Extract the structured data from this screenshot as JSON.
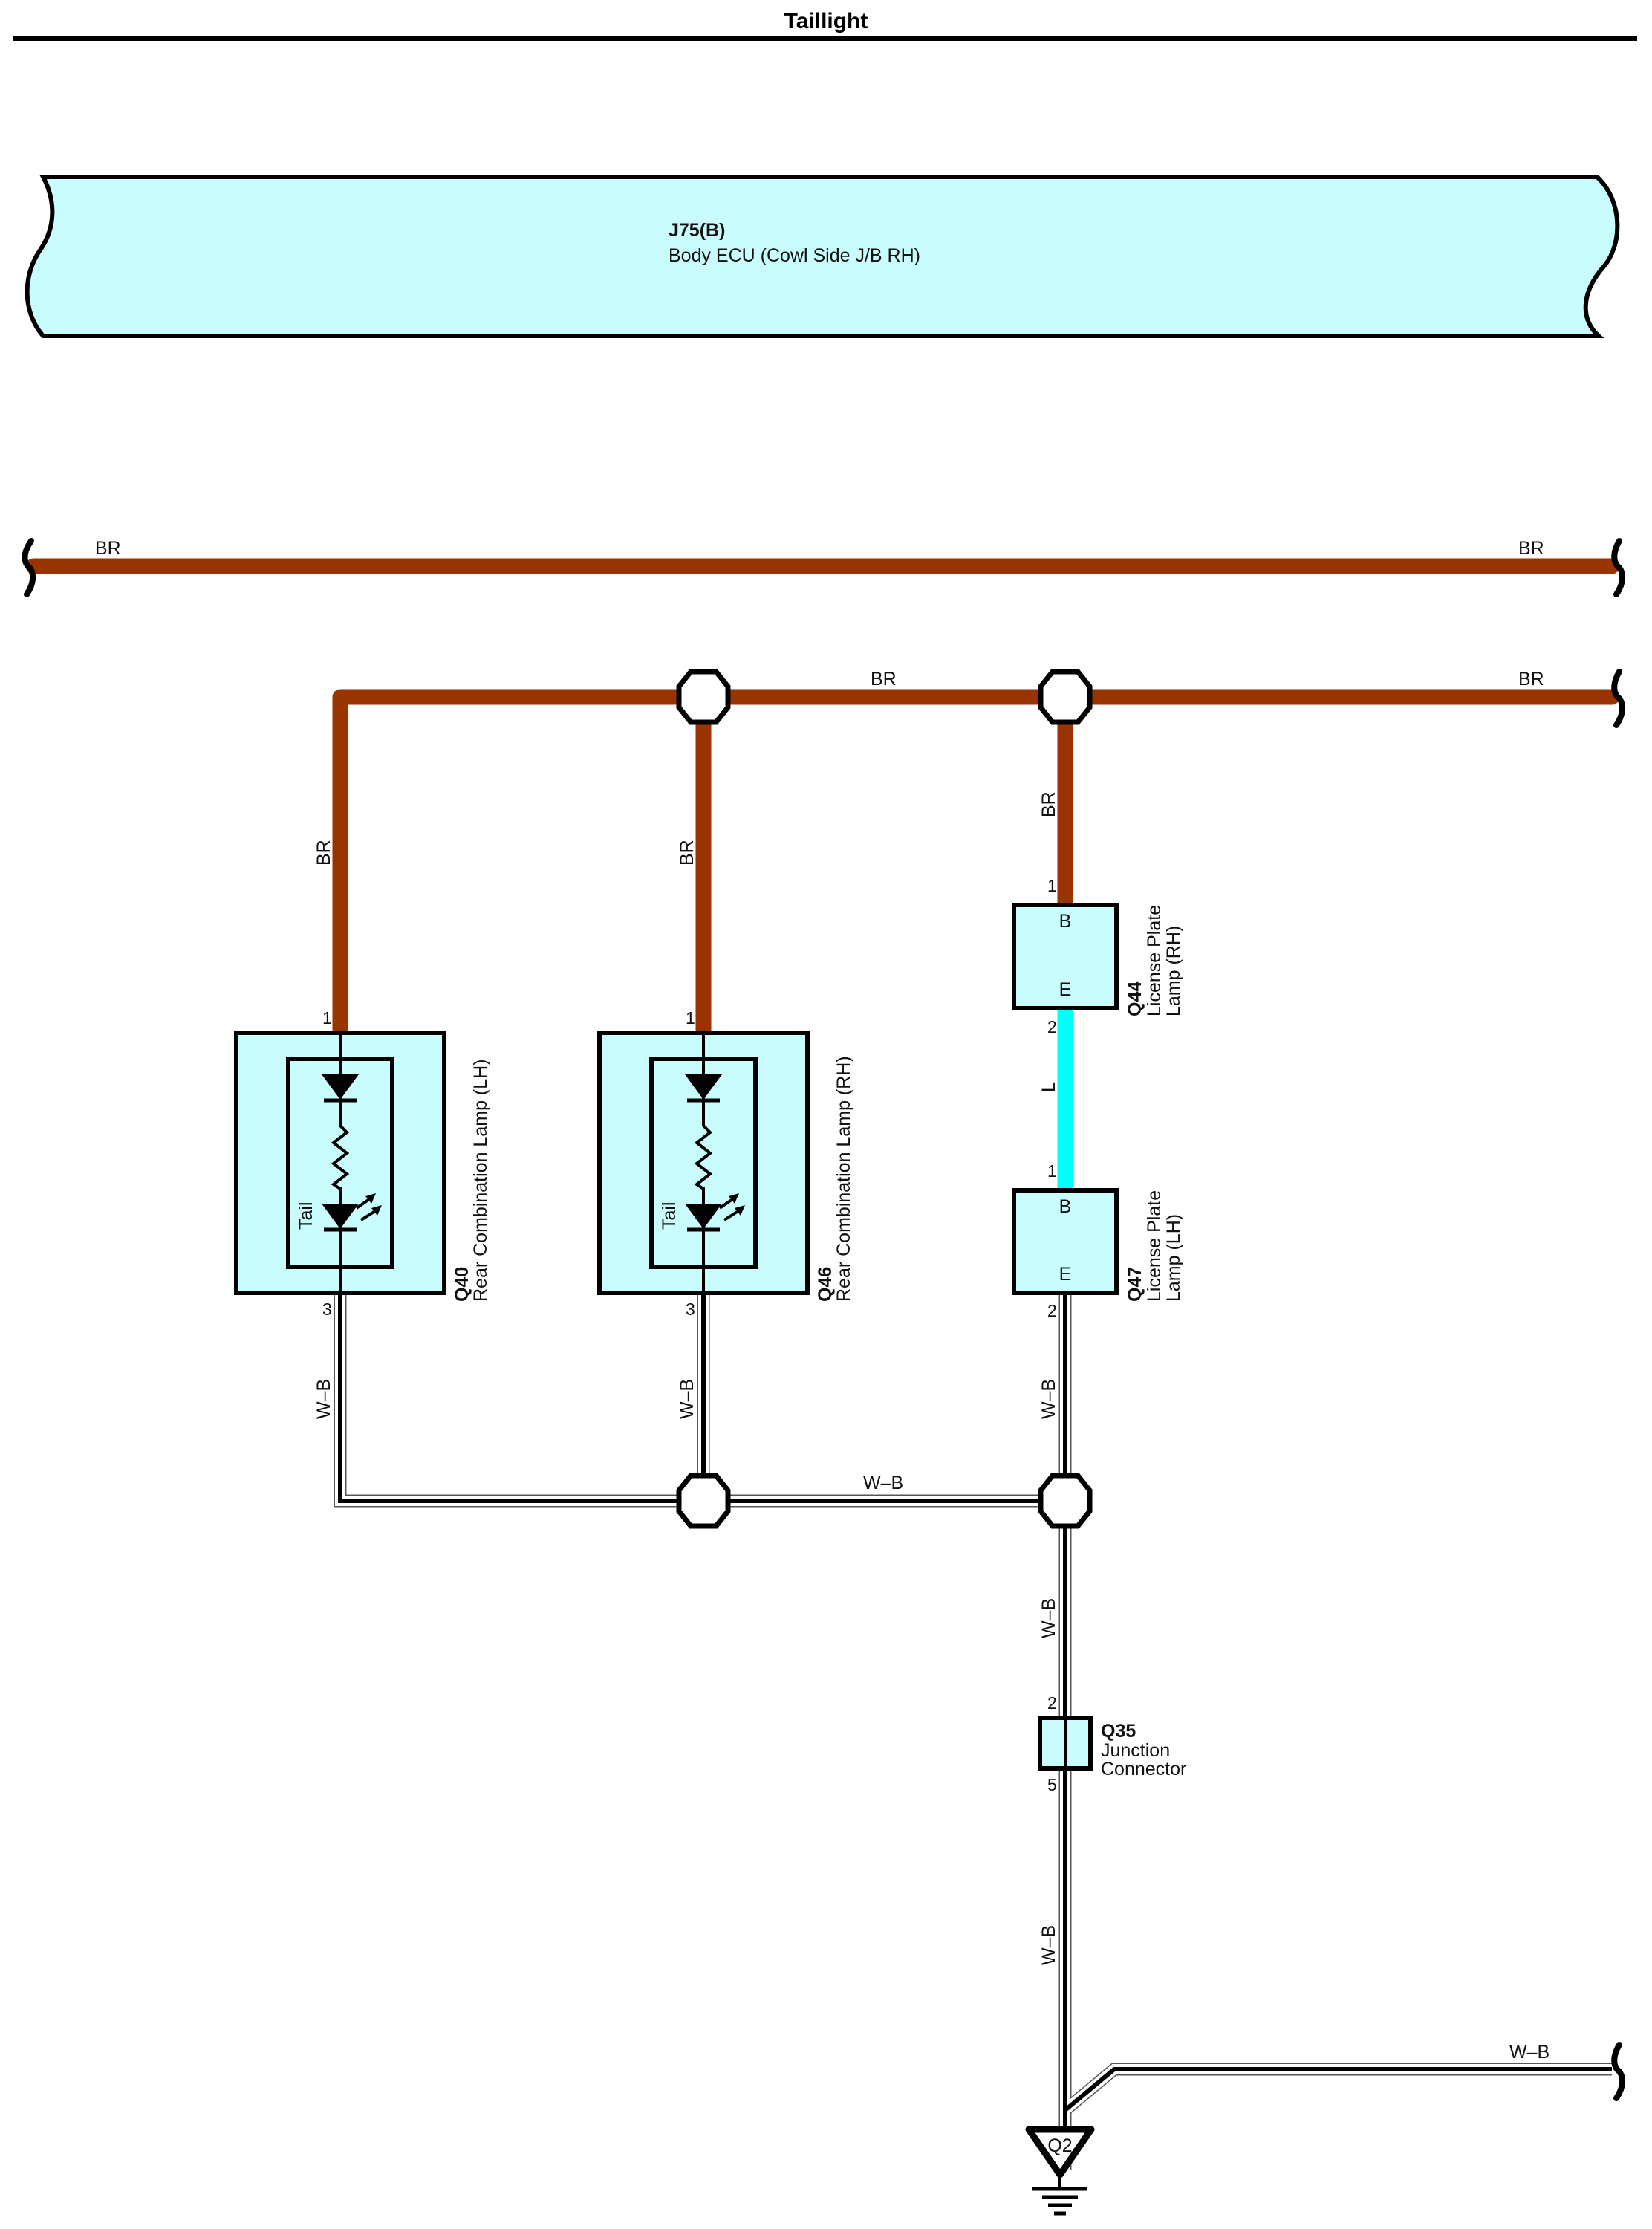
{
  "page": {
    "title": "Taillight"
  },
  "ecu": {
    "code": "J75(B)",
    "name": "Body ECU (Cowl Side J/B RH)"
  },
  "colors": {
    "wire_br": "#993300",
    "wire_l": "#00ffff",
    "component_fill": "#c9fdfd",
    "line": "#000000"
  },
  "wires": {
    "br_top_left": "BR",
    "br_top_right": "BR",
    "br_bus_mid": "BR",
    "br_bus_right": "BR",
    "br_q40": "BR",
    "br_q46": "BR",
    "br_q44": "BR",
    "l_q44_q47": "L",
    "wb_q40": "W–B",
    "wb_q46": "W–B",
    "wb_q47": "W–B",
    "wb_bus": "W–B",
    "wb_to_q35": "W–B",
    "wb_q35_to_ground": "W–B",
    "wb_ground_right": "W–B"
  },
  "components": {
    "q40": {
      "code": "Q40",
      "name": "Rear Combination Lamp (LH)",
      "inner_label": "Tail",
      "pin_in": "1",
      "pin_out": "3"
    },
    "q46": {
      "code": "Q46",
      "name": "Rear Combination Lamp (RH)",
      "inner_label": "Tail",
      "pin_in": "1",
      "pin_out": "3"
    },
    "q44": {
      "code": "Q44",
      "name_line1": "License Plate",
      "name_line2": "Lamp (RH)",
      "terminal_top": "B",
      "terminal_bottom": "E",
      "pin_in": "1",
      "pin_out": "2"
    },
    "q47": {
      "code": "Q47",
      "name_line1": "License Plate",
      "name_line2": "Lamp (LH)",
      "terminal_top": "B",
      "terminal_bottom": "E",
      "pin_in": "1",
      "pin_out": "2"
    },
    "q35": {
      "code": "Q35",
      "name_line1": "Junction",
      "name_line2": "Connector",
      "pin_in": "2",
      "pin_out": "5"
    },
    "q2": {
      "code": "Q2"
    }
  }
}
